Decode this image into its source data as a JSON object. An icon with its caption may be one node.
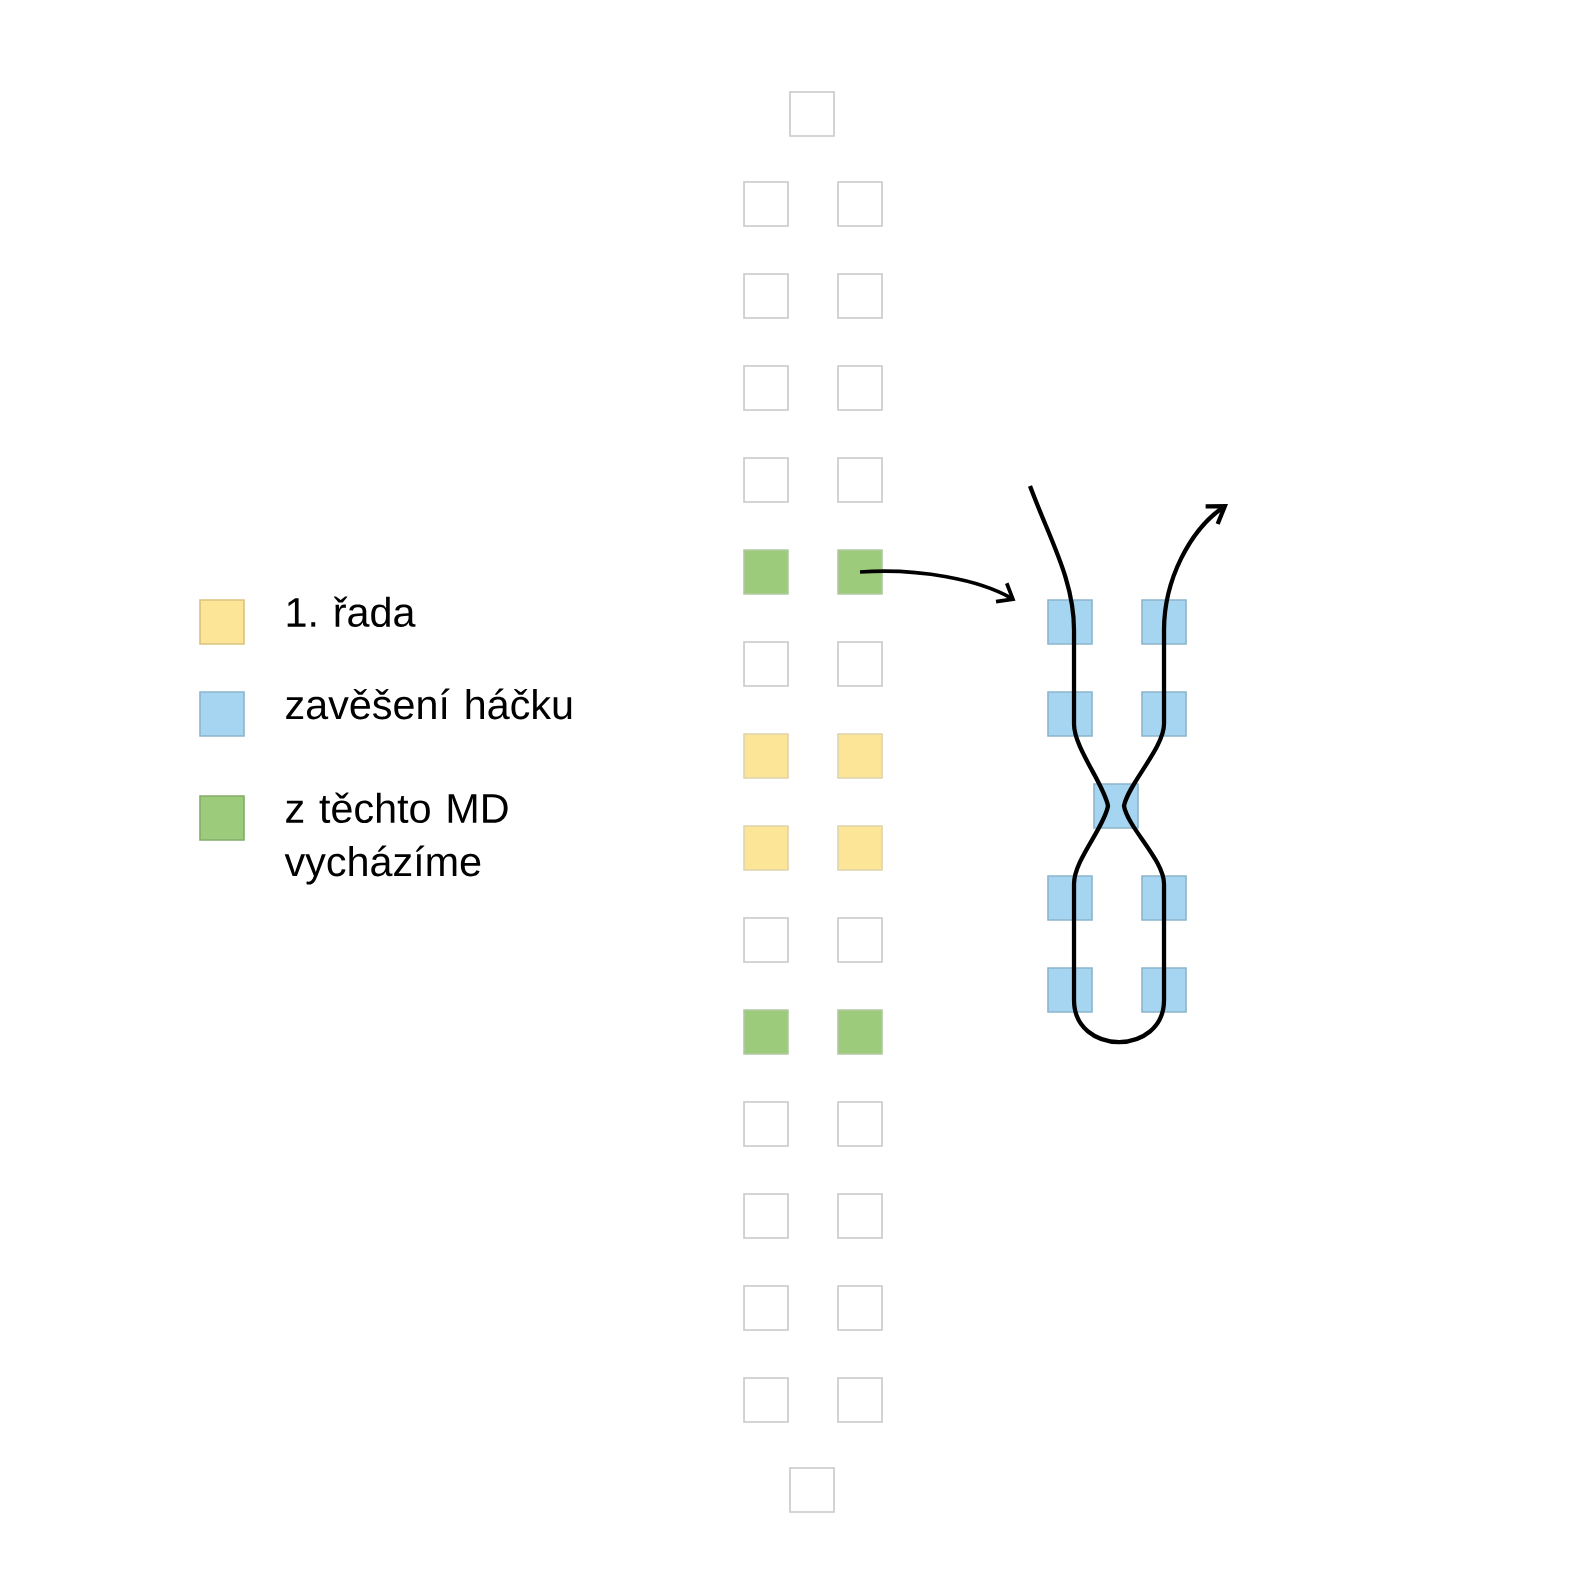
{
  "diagram": {
    "nodes": [
      {
        "text": [],
        "shape": "box"
      },
      {
        "text": [],
        "shape": "box"
      },
      {
        "text": [],
        "shape": "box"
      },
      {
        "text": [],
        "shape": "box"
      },
      {
        "text": [],
        "shape": "picture"
      }
    ],
    "edges": [
      {
        "from": 1,
        "to": 4,
        "arrow": "to"
      }
    ],
    "legend": [
      {
        "text": "1. řada",
        "color": "#fde597"
      },
      {
        "text": "zavěšení háčku",
        "color": "#a5d5f0"
      },
      {
        "text": "z těchto MD vycházíme",
        "color": "#9ccc7b"
      }
    ]
  }
}
